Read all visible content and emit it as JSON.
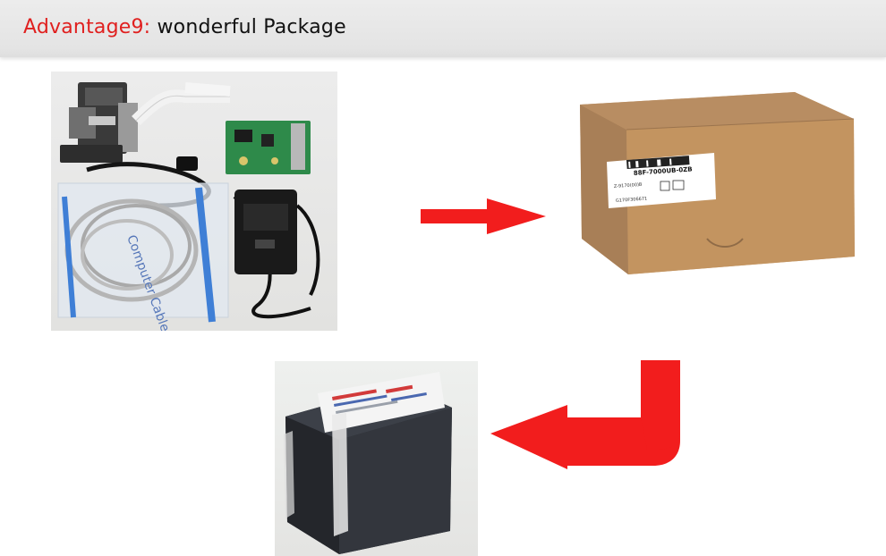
{
  "header": {
    "title_prefix": "Advantage9:",
    "title_text": " wonderful Package",
    "prefix_color": "#e0201f",
    "text_color": "#111111"
  },
  "box_label": {
    "model": "88F-7000UB-0ZB",
    "part": "Z-9170(00)B",
    "serial": "G170F306671"
  },
  "cable_bag_text": "Computer Cable",
  "arrow_color": "#f21d1d"
}
